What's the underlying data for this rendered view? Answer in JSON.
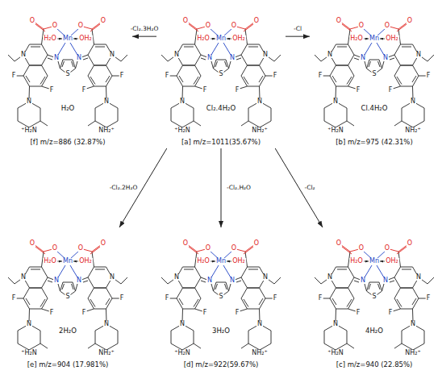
{
  "diagram": {
    "nodes": [
      {
        "text": [
          "H₂O",
          "[f] m/z=886 (32.87%)"
        ]
      },
      {
        "text": [
          "Cl₂.4H₂O",
          "[a] m/z=1011(35.67%)"
        ]
      },
      {
        "text": [
          "Cl.4H₂O",
          "[b] m/z=975 (42.31%)"
        ]
      },
      {
        "text": [
          "2H₂O",
          "[e] m/z=904 (17.981%)"
        ]
      },
      {
        "text": [
          "3H₂O",
          "[d] m/z=922(59.67%)"
        ]
      },
      {
        "text": [
          "4H₂O",
          "[c] m/z=940 (22.85%)"
        ]
      }
    ],
    "edges": [
      {
        "from": 1,
        "to": 0,
        "label": "-Cl₂.3H₂O",
        "arrow": "to"
      },
      {
        "from": 1,
        "to": 2,
        "label": "-Cl",
        "arrow": "to"
      },
      {
        "from": 1,
        "to": 4,
        "label": "-Cl₂.H₂O",
        "arrow": "to"
      },
      {
        "from": 1,
        "to": 3,
        "label": "-Cl₂.2H₂O",
        "arrow": "to"
      },
      {
        "from": 1,
        "to": 5,
        "label": "-Cl₂",
        "arrow": "to"
      }
    ],
    "labels": [
      "O",
      "O",
      "O",
      "O",
      "H₂O",
      "Mn",
      "OH₂",
      "N",
      "N",
      "S",
      "N",
      "N",
      "F",
      "F",
      "F",
      "F",
      "N",
      "N",
      "⁺H₂N",
      "NH₂⁺",
      "O",
      "O",
      "O",
      "O",
      "H₂O",
      "Mn",
      "OH₂",
      "N",
      "N",
      "S",
      "N",
      "N",
      "F",
      "F",
      "F",
      "F",
      "N",
      "N",
      "⁺H₂N",
      "NH₂⁺",
      "O",
      "O",
      "O",
      "O",
      "H₂O",
      "Mn",
      "OH₂",
      "N",
      "N",
      "S",
      "N",
      "N",
      "F",
      "F",
      "F",
      "F",
      "N",
      "N",
      "⁺H₂N",
      "NH₂⁺",
      "O",
      "O",
      "O",
      "O",
      "H₂O",
      "Mn",
      "OH₂",
      "N",
      "N",
      "S",
      "N",
      "N",
      "F",
      "F",
      "F",
      "F",
      "N",
      "N",
      "⁺H₂N",
      "NH₂⁺",
      "O",
      "O",
      "O",
      "O",
      "H₂O",
      "Mn",
      "OH₂",
      "N",
      "N",
      "S",
      "N",
      "N",
      "F",
      "F",
      "F",
      "F",
      "N",
      "N",
      "⁺H₂N",
      "NH₂⁺",
      "O",
      "O",
      "O",
      "O",
      "H₂O",
      "Mn",
      "OH₂",
      "N",
      "N",
      "S",
      "N",
      "N",
      "F",
      "F",
      "F",
      "F",
      "N",
      "N",
      "⁺H₂N",
      "NH₂⁺"
    ]
  }
}
